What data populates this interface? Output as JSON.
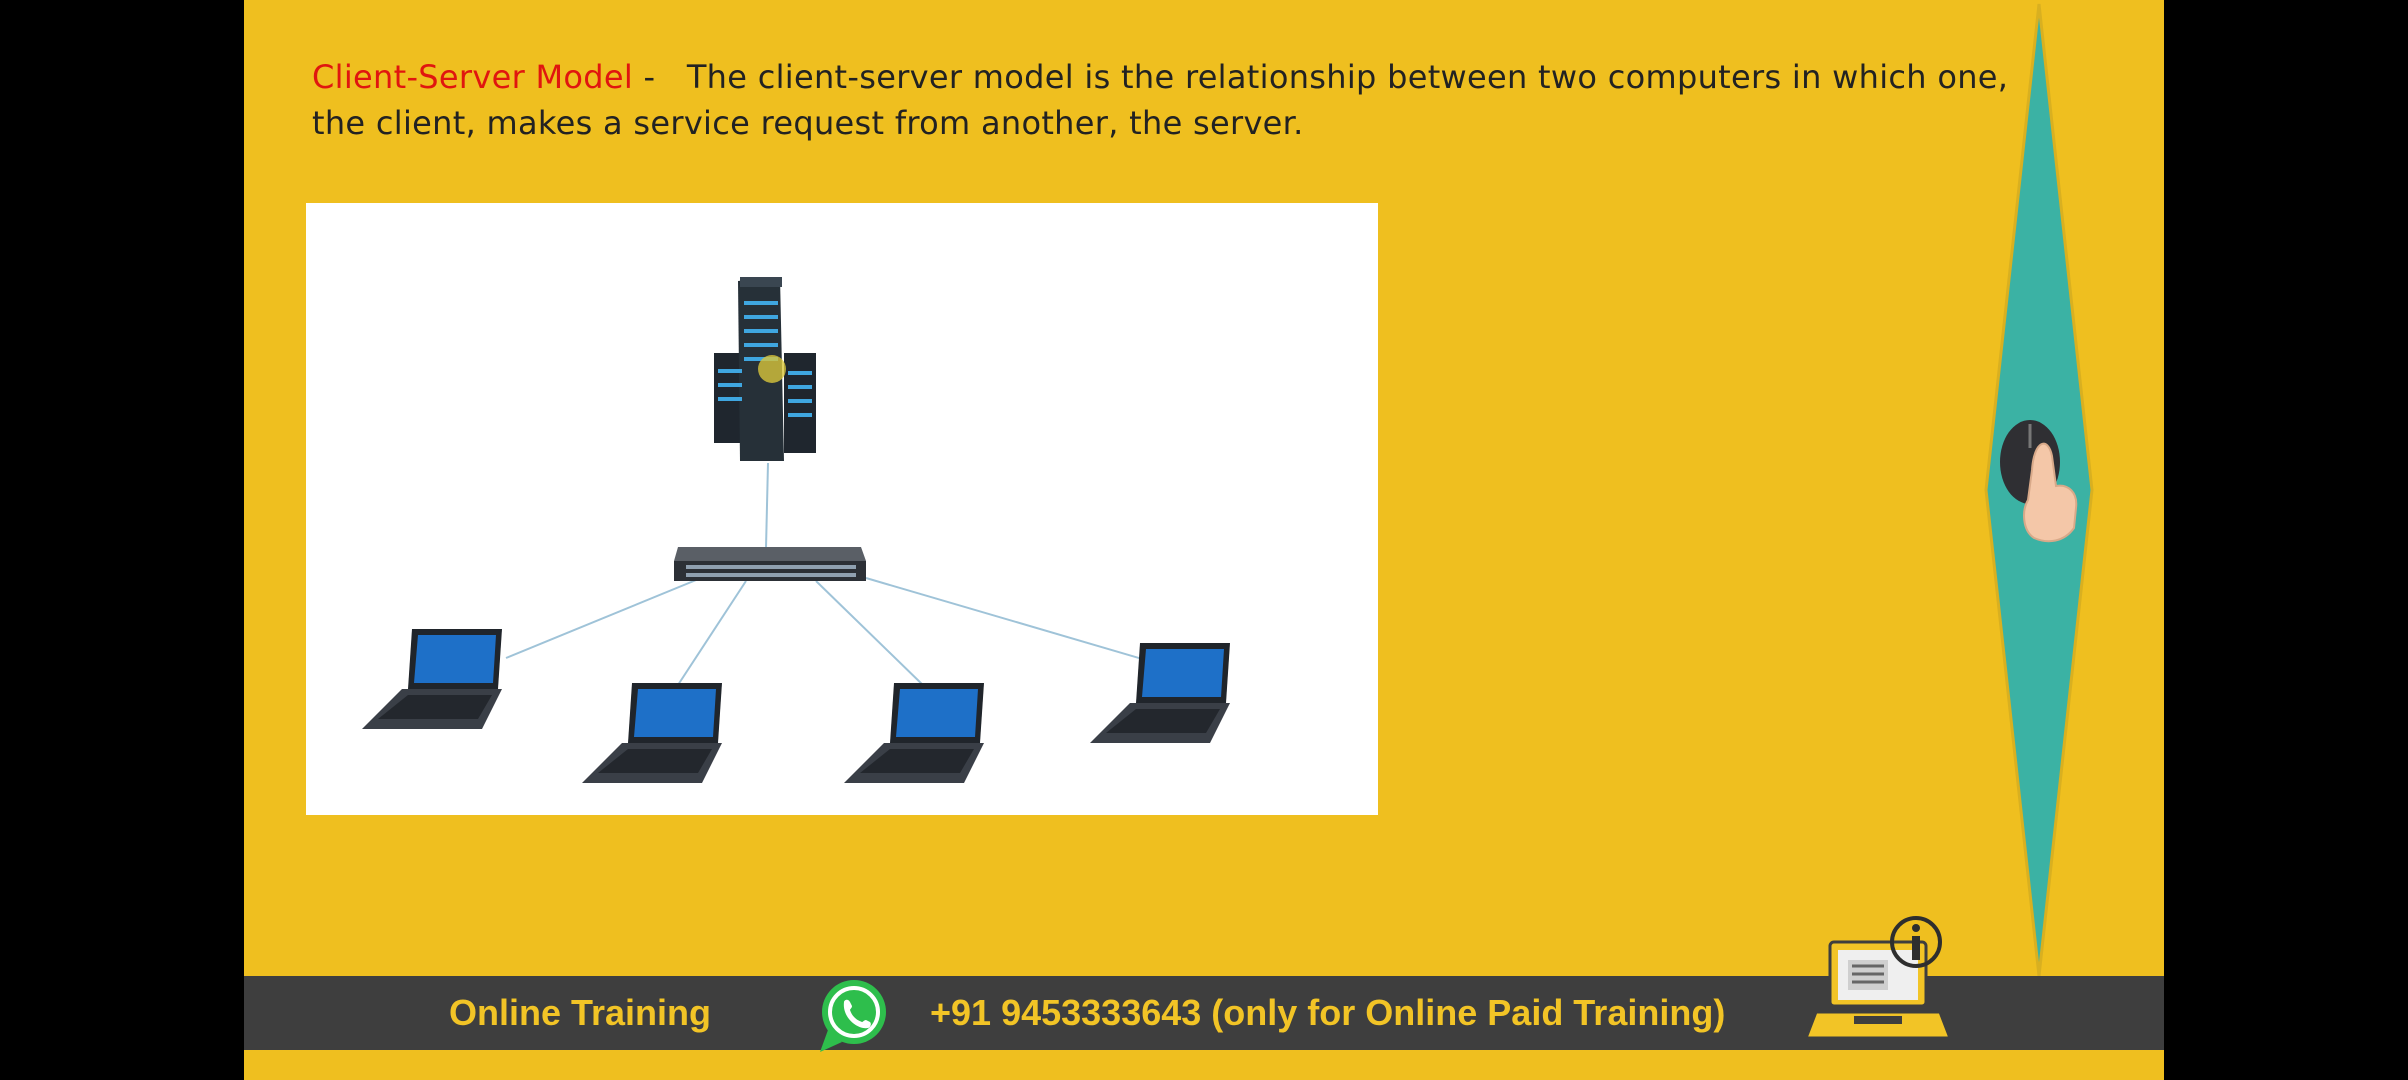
{
  "slide": {
    "term": "Client-Server Model",
    "separator": " -   ",
    "definition": "The client-server model is the relationship between two computers in which one, the client, makes a service request from another, the server."
  },
  "diagram": {
    "nodes": [
      "server",
      "network-switch",
      "laptop-client-1",
      "laptop-client-2",
      "laptop-client-3",
      "laptop-client-4"
    ]
  },
  "footer": {
    "training_label": "Online Training",
    "phone_text": "+91 9453333643 (only for Online Paid Training)",
    "icons": [
      "whatsapp-icon",
      "laptop-info-logo"
    ]
  },
  "sidebar": {
    "icon": "mouse-click-icon"
  },
  "colors": {
    "background": "#EFBF1F",
    "term": "#E0160F",
    "footer_bar": "#3E3E3E",
    "footer_text": "#F2C426",
    "diamond": "#3BB2A4"
  }
}
